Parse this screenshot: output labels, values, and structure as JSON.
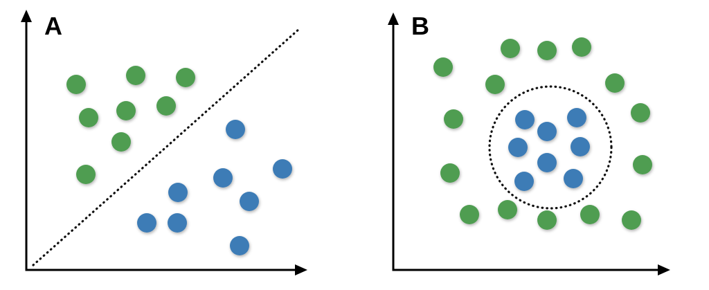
{
  "figure": {
    "background": "#ffffff",
    "panel_a_label": "A",
    "panel_b_label": "B"
  },
  "colors": {
    "green_class": "#4f9d51",
    "blue_class": "#3e7cb6",
    "axis": "#000000",
    "boundary": "#111111"
  },
  "chart_data": [
    {
      "type": "scatter",
      "id": "A",
      "label": "A",
      "grid": false,
      "axis_arrows": true,
      "point_radius": 14,
      "series": [
        {
          "name": "green",
          "color": "#4f9d51",
          "points": [
            [
              110,
              122
            ],
            [
              196,
              109
            ],
            [
              268,
              112
            ],
            [
              128,
              170
            ],
            [
              182,
              160
            ],
            [
              240,
              153
            ],
            [
              175,
              205
            ],
            [
              124,
              252
            ]
          ]
        },
        {
          "name": "blue",
          "color": "#3e7cb6",
          "points": [
            [
              340,
              187
            ],
            [
              322,
              257
            ],
            [
              408,
              244
            ],
            [
              257,
              278
            ],
            [
              360,
              291
            ],
            [
              212,
              322
            ],
            [
              256,
              322
            ],
            [
              346,
              355
            ]
          ]
        }
      ],
      "boundary": {
        "shape": "line",
        "style": "dotted",
        "from": [
          48,
          383
        ],
        "to": [
          432,
          42
        ]
      }
    },
    {
      "type": "scatter",
      "id": "B",
      "label": "B",
      "grid": false,
      "axis_arrows": true,
      "point_radius": 14,
      "series": [
        {
          "name": "green",
          "color": "#4f9d51",
          "points": [
            [
              640,
              97
            ],
            [
              737,
              70
            ],
            [
              790,
              73
            ],
            [
              840,
              68
            ],
            [
              715,
              122
            ],
            [
              888,
              120
            ],
            [
              655,
              172
            ],
            [
              925,
              163
            ],
            [
              650,
              250
            ],
            [
              928,
              238
            ],
            [
              678,
              310
            ],
            [
              733,
              303
            ],
            [
              790,
              318
            ],
            [
              852,
              310
            ],
            [
              912,
              318
            ]
          ]
        },
        {
          "name": "blue",
          "color": "#3e7cb6",
          "points": [
            [
              758,
              173
            ],
            [
              833,
              170
            ],
            [
              790,
              190
            ],
            [
              748,
              213
            ],
            [
              838,
              212
            ],
            [
              790,
              235
            ],
            [
              757,
              262
            ],
            [
              828,
              258
            ]
          ]
        }
      ],
      "boundary": {
        "shape": "circle",
        "style": "dotted",
        "center": [
          795,
          213
        ],
        "radius": 88
      }
    }
  ]
}
